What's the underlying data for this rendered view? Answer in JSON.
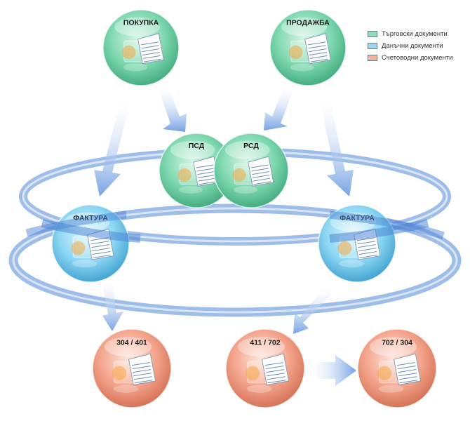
{
  "colors": {
    "trade": "#5ecf9f",
    "tax": "#7fd4f2",
    "accounting": "#f3a18a",
    "ring": "#5b8fd8",
    "arrow": "#7da6e4"
  },
  "legend": [
    {
      "label": "Търговски документи",
      "color": "#8fdcbb"
    },
    {
      "label": "Данъчни документи",
      "color": "#9ad9f0"
    },
    {
      "label": "Счетоводни документи",
      "color": "#f4b19d"
    }
  ],
  "nodes": {
    "purchase": {
      "label": "ПОКУПКА",
      "kind": "trade"
    },
    "sale": {
      "label": "ПРОДАЖБА",
      "kind": "trade"
    },
    "psd": {
      "label": "ПСД",
      "kind": "trade"
    },
    "rsd": {
      "label": "РСД",
      "kind": "trade"
    },
    "invoice_left": {
      "label": "ФАКТУРА",
      "kind": "tax"
    },
    "invoice_right": {
      "label": "ФАКТУРА",
      "kind": "tax"
    },
    "acc_304_401": {
      "label": "304 / 401",
      "kind": "accounting"
    },
    "acc_411_702": {
      "label": "411 / 702",
      "kind": "accounting"
    },
    "acc_702_304": {
      "label": "702 / 304",
      "kind": "accounting"
    }
  },
  "icons": {
    "document": "document-monitor-icon"
  }
}
